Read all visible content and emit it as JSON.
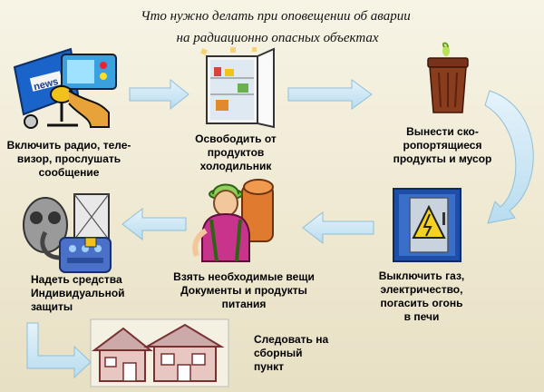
{
  "title": {
    "line1": "Что нужно делать при оповещении об аварии",
    "line2": "на радиационно опасных объектах"
  },
  "steps": [
    {
      "lines": [
        "Включить радио, теле-",
        "визор, прослушать",
        "сообщение"
      ],
      "icon": "radio-tv-icon"
    },
    {
      "lines": [
        "Освободить от",
        "продуктов",
        "холодильник"
      ],
      "icon": "refrigerator-icon"
    },
    {
      "lines": [
        "Вынести ско-",
        "ропортящиеся",
        "продукты и мусор"
      ],
      "icon": "trash-bin-icon"
    },
    {
      "lines": [
        "Выключить газ,",
        "электричество,",
        "погасить огонь",
        "в печи"
      ],
      "icon": "electrical-panel-icon"
    },
    {
      "lines": [
        "Взять необходимые вещи",
        "Документы и продукты",
        "питания"
      ],
      "icon": "hiker-backpack-icon"
    },
    {
      "lines": [
        "Надеть средства",
        "Индивидуальной",
        "защиты"
      ],
      "icon": "gas-mask-icon"
    },
    {
      "lines": [
        "Следовать на",
        "сборный",
        "пункт"
      ],
      "icon": "houses-icon"
    }
  ],
  "colors": {
    "arrow_fill": "#cfe7f5",
    "arrow_stroke": "#8fbfd8",
    "bin": "#8a3c1e",
    "panel_blue": "#1e4fa8",
    "shirt": "#c8338c"
  }
}
